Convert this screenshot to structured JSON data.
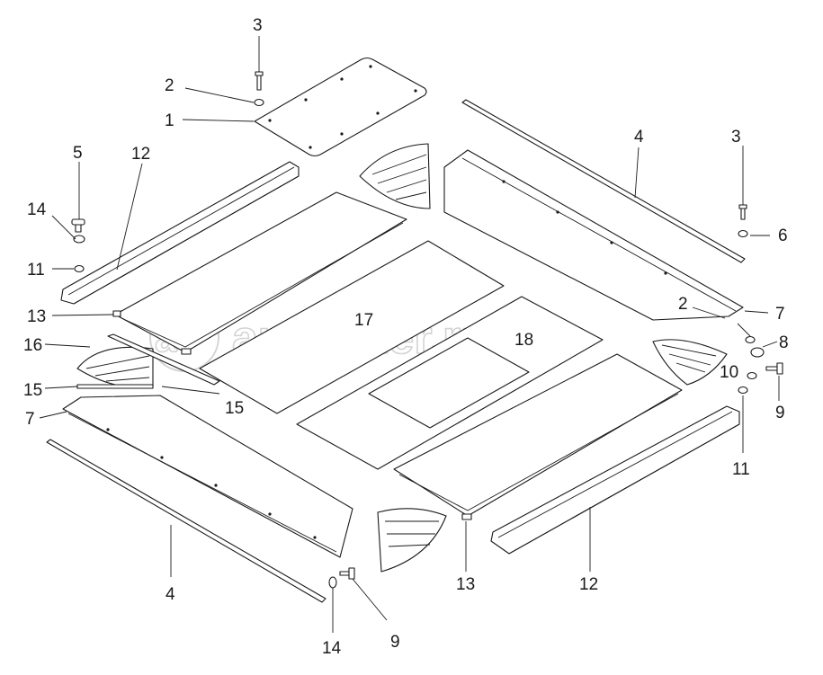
{
  "watermark": {
    "text": "autopiter.ru",
    "logo_glyph": "a>"
  },
  "callouts": {
    "c1": "1",
    "c2a": "2",
    "c2b": "2",
    "c3a": "3",
    "c3b": "3",
    "c4a": "4",
    "c4b": "4",
    "c5": "5",
    "c6": "6",
    "c7a": "7",
    "c7b": "7",
    "c8": "8",
    "c9a": "9",
    "c9b": "9",
    "c10": "10",
    "c11a": "11",
    "c11b": "11",
    "c12a": "12",
    "c12b": "12",
    "c13a": "13",
    "c13b": "13",
    "c14a": "14",
    "c14b": "14",
    "c15a": "15",
    "c15b": "15",
    "c16": "16",
    "c17": "17",
    "c18": "18"
  },
  "colors": {
    "line": "#1a1a1a",
    "watermark": "#d4d4d4",
    "background": "#ffffff"
  }
}
